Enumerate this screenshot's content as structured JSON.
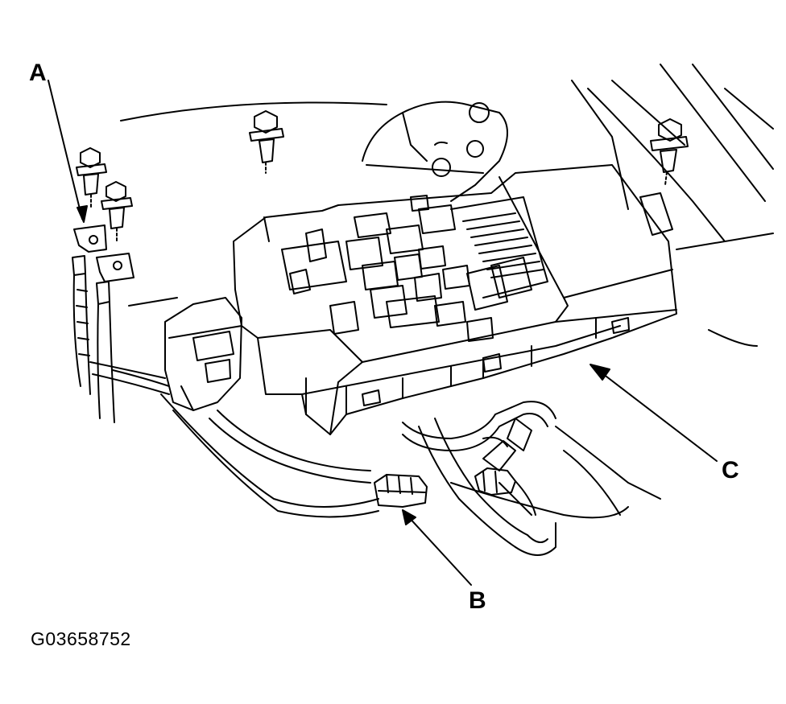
{
  "callouts": {
    "a": "A",
    "b": "B",
    "c": "C"
  },
  "figure_id": "G03658752",
  "colors": {
    "line": "#000000",
    "background": "#ffffff"
  }
}
